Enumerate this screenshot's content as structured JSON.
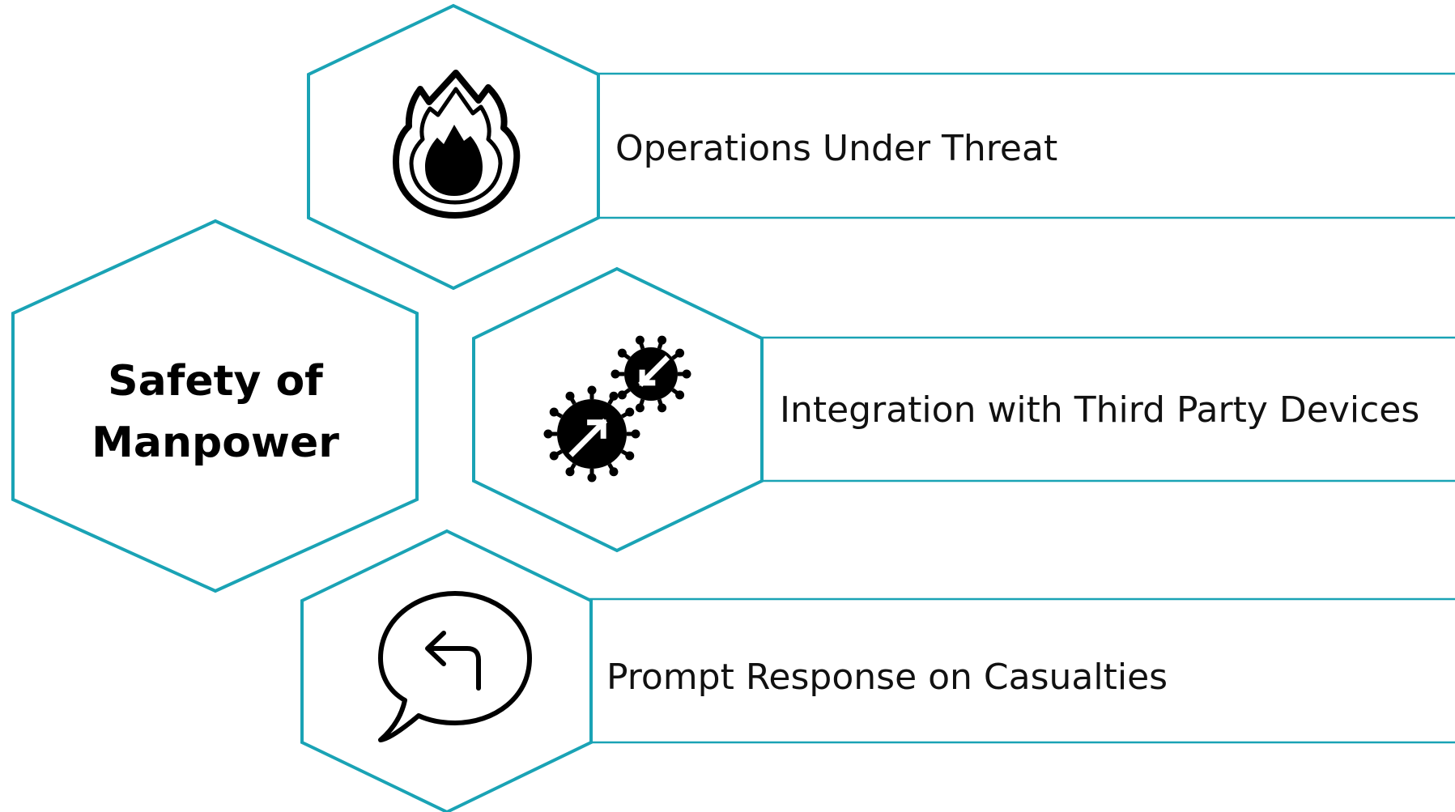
{
  "center": {
    "line1": "Safety of",
    "line2": "Manpower"
  },
  "items": [
    {
      "label": "Operations Under Threat",
      "icon": "flame-icon"
    },
    {
      "label": "Integration with Third Party Devices",
      "icon": "gears-integration-icon"
    },
    {
      "label": "Prompt Response on Casualties",
      "icon": "speech-bubble-reply-icon"
    }
  ],
  "colors": {
    "accent": "#1aa3b5",
    "icon": "#000000",
    "text": "#111111",
    "background": "#ffffff"
  }
}
